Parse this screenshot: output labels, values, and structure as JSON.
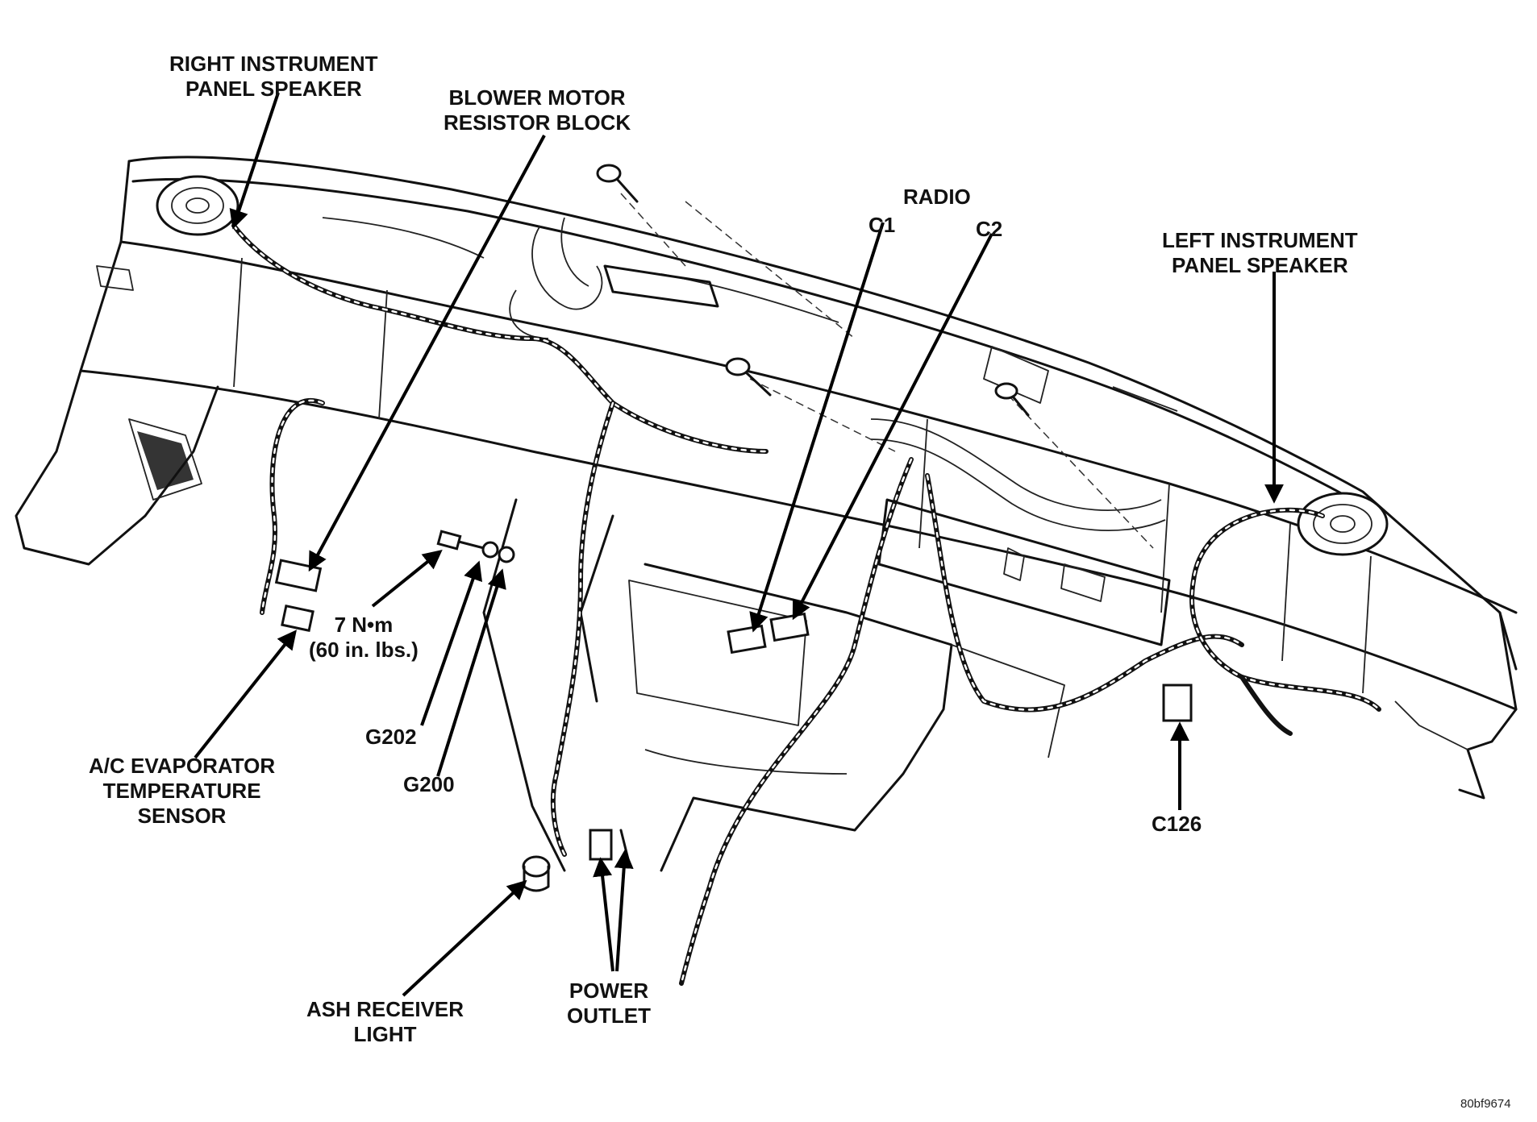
{
  "labels": {
    "right_speaker": [
      "RIGHT INSTRUMENT",
      "PANEL SPEAKER"
    ],
    "blower_resistor": [
      "BLOWER MOTOR",
      "RESISTOR BLOCK"
    ],
    "radio": "RADIO",
    "radio_c1": "C1",
    "radio_c2": "C2",
    "left_speaker": [
      "LEFT INSTRUMENT",
      "PANEL SPEAKER"
    ],
    "torque": [
      "7 N•m",
      "(60 in. lbs.)"
    ],
    "g202": "G202",
    "g200": "G200",
    "ac_sensor": [
      "A/C EVAPORATOR",
      "TEMPERATURE",
      "SENSOR"
    ],
    "c126": "C126",
    "ash_light": [
      "ASH RECEIVER",
      "LIGHT"
    ],
    "power_outlet": [
      "POWER",
      "OUTLET"
    ]
  },
  "figure_id": "80bf9674"
}
